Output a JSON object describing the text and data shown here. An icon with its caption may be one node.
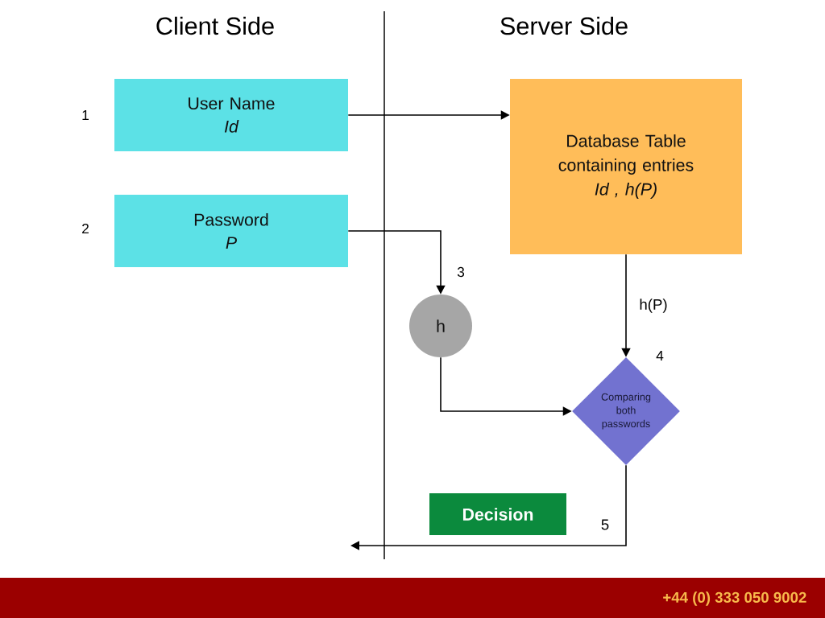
{
  "diagram": {
    "nodes": [
      {
        "text": [
          "User Name",
          "Id"
        ],
        "beside": [
          "1"
        ]
      },
      {
        "text": [
          "Password",
          "P"
        ],
        "beside": [
          "2"
        ]
      },
      {
        "text": [
          "Database Table containing entries",
          "Id , h(P)"
        ]
      },
      {
        "text": [
          "h"
        ],
        "beside": [
          "3"
        ]
      },
      {
        "text": [
          "Comparing both passwords"
        ],
        "beside": [
          "4"
        ]
      },
      {
        "text": [
          "Decision"
        ]
      }
    ],
    "edges": [
      {
        "from": 0,
        "to": 2,
        "arrow": "to"
      },
      {
        "from": 1,
        "to": 3,
        "arrow": "to"
      },
      {
        "from": 2,
        "to": 4,
        "arrow": "to",
        "label": "h(P)"
      },
      {
        "from": 3,
        "to": 4,
        "arrow": "to"
      },
      {
        "from": 4,
        "to": null,
        "arrow": "to",
        "label": "5"
      }
    ],
    "labels": [
      "Client Side",
      "Server Side",
      "+44 (0) 333 050 9002"
    ]
  }
}
